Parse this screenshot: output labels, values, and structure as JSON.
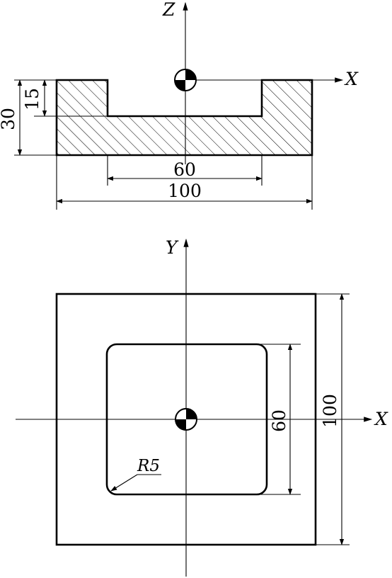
{
  "section_view": {
    "axis_z_label": "Z",
    "axis_x_label": "X",
    "dim_pocket_width": "60",
    "dim_overall_width": "100",
    "dim_total_height": "30",
    "dim_pocket_depth": "15"
  },
  "plan_view": {
    "axis_y_label": "Y",
    "axis_x_label": "X",
    "dim_pocket_size": "60",
    "dim_overall_size": "100",
    "corner_radius_label": "R5"
  }
}
